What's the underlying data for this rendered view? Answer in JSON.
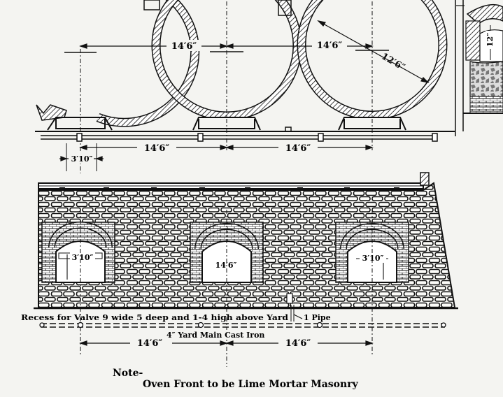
{
  "plan": {
    "spacing_1": "14′6″",
    "spacing_2": "14′6″",
    "diameter": "12′6″"
  },
  "lower_plan": {
    "pipe_width": "3′10″",
    "spacing_1": "14′6″",
    "spacing_2": "14′6″"
  },
  "side_section": {
    "height": "12″"
  },
  "elevation": {
    "door_left": "3′10″",
    "door_mid": "14′6″",
    "door_right": "3′10″"
  },
  "yard": {
    "recess_note": "Recess for Valve 9 wide 5 deep and 1-4 high above Yard",
    "pipe_label": "1 Pipe",
    "main_label": "4″ Yard Main Cast Iron",
    "spacing_1": "14′6″",
    "spacing_2": "14′6″"
  },
  "note": {
    "label": "Note-",
    "text": "Oven Front to be Lime Mortar Masonry"
  }
}
